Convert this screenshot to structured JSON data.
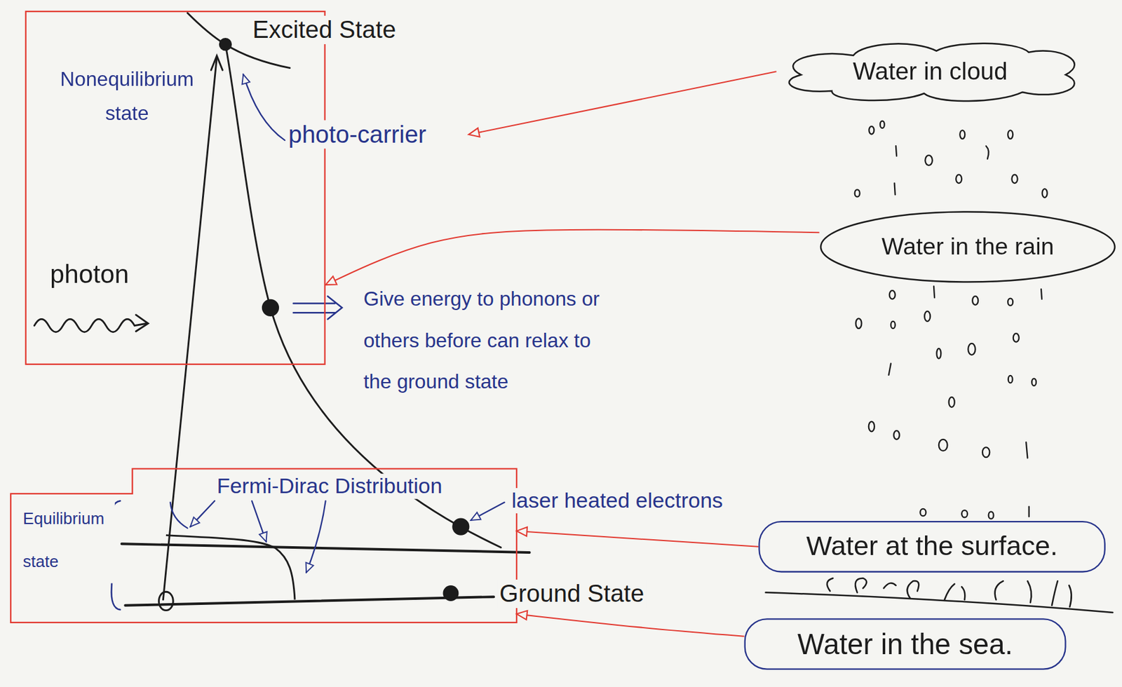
{
  "diagram": {
    "nodes": [
      {
        "text": [
          "Nonequilibrium state",
          "photon"
        ]
      },
      {
        "text": [
          "Water in cloud"
        ]
      },
      {
        "text": [
          "Water in the rain"
        ]
      },
      {
        "text": [
          "Equilibrium state",
          "Fermi-Dirac Distribution"
        ]
      },
      {
        "text": [
          "Water at the surface."
        ]
      },
      {
        "text": [
          "Water in the sea."
        ]
      }
    ],
    "edges": [
      {
        "from": 1,
        "to": 0,
        "arrow": "to"
      },
      {
        "from": 2,
        "to": 0,
        "arrow": "to"
      },
      {
        "from": 4,
        "to": 3,
        "arrow": "to"
      },
      {
        "from": 5,
        "to": 3,
        "arrow": "to"
      }
    ],
    "labels": [
      "Excited State",
      "photo-carrier",
      "Give energy to phonons or others before can relax to the ground state",
      "laser heated electrons",
      "Ground State"
    ]
  }
}
